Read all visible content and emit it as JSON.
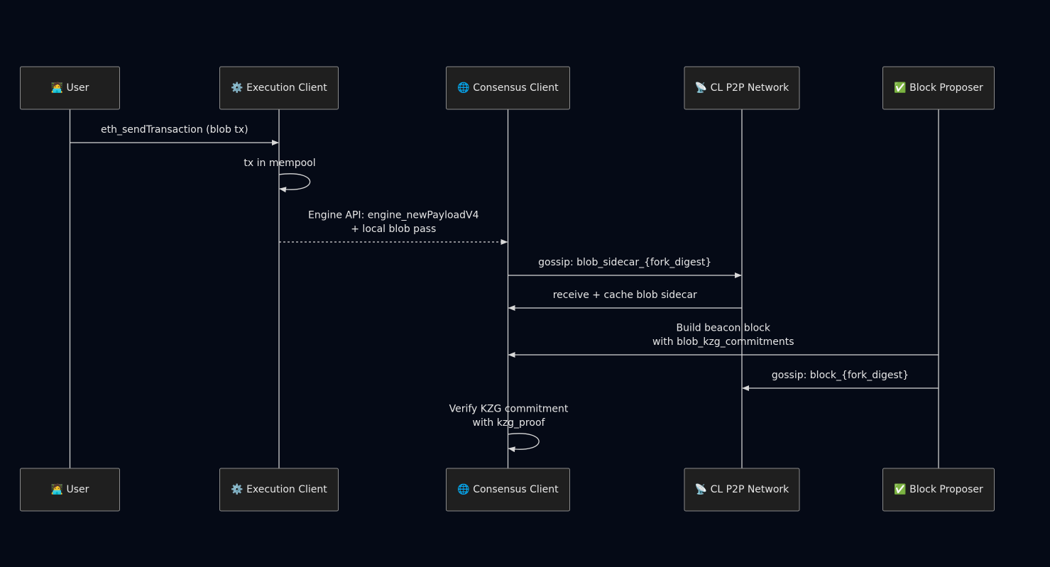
{
  "actors": [
    {
      "id": "user",
      "label": "🧑‍💻 User"
    },
    {
      "id": "exec",
      "label": "⚙️ Execution Client"
    },
    {
      "id": "cons",
      "label": "🌐 Consensus Client"
    },
    {
      "id": "p2p",
      "label": "📡 CL P2P Network"
    },
    {
      "id": "prop",
      "label": "✅ Block Proposer"
    }
  ],
  "messages": [
    {
      "from": "user",
      "to": "exec",
      "lines": [
        "eth_sendTransaction (blob tx)"
      ],
      "style": "solid"
    },
    {
      "from": "exec",
      "to": "exec",
      "lines": [
        "tx in mempool"
      ],
      "style": "solid"
    },
    {
      "from": "exec",
      "to": "cons",
      "lines": [
        "Engine API: engine_newPayloadV4",
        "+ local blob pass"
      ],
      "style": "dotted"
    },
    {
      "from": "cons",
      "to": "p2p",
      "lines": [
        "gossip: blob_sidecar_{fork_digest}"
      ],
      "style": "solid"
    },
    {
      "from": "p2p",
      "to": "cons",
      "lines": [
        "receive + cache blob sidecar"
      ],
      "style": "solid"
    },
    {
      "from": "prop",
      "to": "cons",
      "lines": [
        "Build beacon block",
        "with blob_kzg_commitments"
      ],
      "style": "solid"
    },
    {
      "from": "prop",
      "to": "p2p",
      "lines": [
        "gossip: block_{fork_digest}"
      ],
      "style": "solid"
    },
    {
      "from": "cons",
      "to": "cons",
      "lines": [
        "Verify KZG commitment",
        "with kzg_proof"
      ],
      "style": "solid"
    }
  ],
  "colors": {
    "background": "#050a16",
    "actor_fill": "#1f1f1f",
    "actor_border": "#8a8a8a",
    "line": "#d8d8d8",
    "text": "#e6e6e6"
  }
}
